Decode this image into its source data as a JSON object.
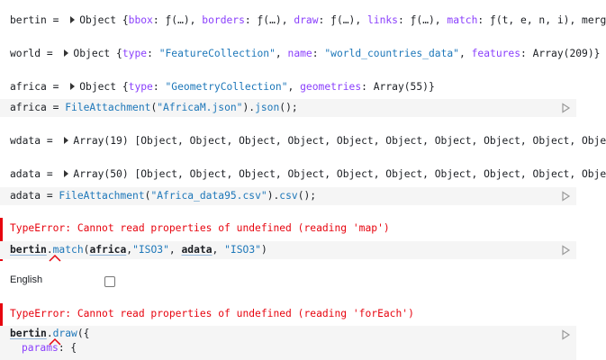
{
  "outputs": [
    {
      "var": "bertin",
      "label": "Object",
      "content": "{bbox: ƒ(…), borders: ƒ(…), draw: ƒ(…), links: ƒ(…), match: ƒ(t, e, n, i), merg"
    },
    {
      "var": "world",
      "label": "Object",
      "content": "{type: \"FeatureCollection\", name: \"world_countries_data\", features: Array(209)}"
    },
    {
      "var": "africa",
      "label": "Object",
      "content": "{type: \"GeometryCollection\", geometries: Array(55)}"
    },
    {
      "var": "wdata",
      "label": "Array(19)",
      "content": "[Object, Object, Object, Object, Object, Object, Object, Object, Object, Obje"
    },
    {
      "var": "adata",
      "label": "Array(50)",
      "content": "[Object, Object, Object, Object, Object, Object, Object, Object, Object, Obje"
    }
  ],
  "cells": {
    "africa": {
      "var": "africa",
      "eq": " = ",
      "fn": "FileAttachment",
      "open": "(",
      "arg": "\"AfricaM.json\"",
      "close": ").",
      "method": "json",
      "end": "();"
    },
    "adata": {
      "var": "adata",
      "eq": " = ",
      "fn": "FileAttachment",
      "open": "(",
      "arg": "\"Africa_data95.csv\"",
      "close": ").",
      "method": "csv",
      "end": "();"
    },
    "match": {
      "obj": "bertin",
      "dot": ".",
      "method": "match",
      "open": "(",
      "a1": "africa",
      "c1": ",",
      "s1": "\"ISO3\"",
      "c2": ", ",
      "a2": "adata",
      "c3": ", ",
      "s2": "\"ISO3\"",
      "close": ")"
    },
    "draw": {
      "obj": "bertin",
      "dot": ".",
      "method": "draw",
      "open": "({",
      "line2_key": "params",
      "line2_rest": ": {"
    }
  },
  "errors": {
    "match": "TypeError: Cannot read properties of undefined (reading 'map')",
    "draw": "TypeError: Cannot read properties of undefined (reading 'forEach')"
  },
  "input": {
    "label": "English",
    "checked": false
  },
  "icons": {
    "run": "play-icon",
    "expand": "triangle-right-icon",
    "error_caret": "caret-up-icon"
  },
  "colors": {
    "error": "#e7040f",
    "string": "#1d77b9",
    "property": "#8a3ffc",
    "cell_bg": "#f5f5f5"
  }
}
